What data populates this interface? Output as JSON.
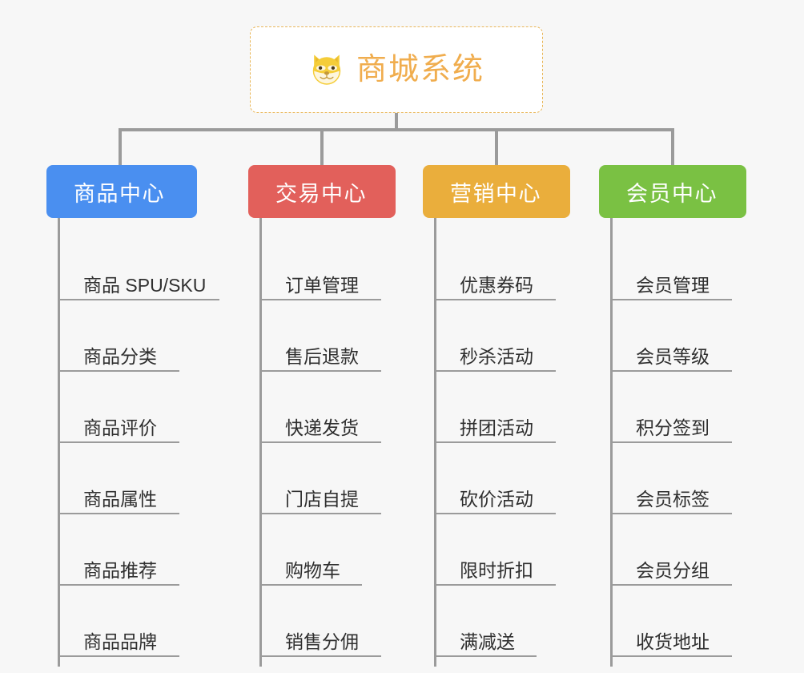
{
  "diagram": {
    "title": "商城系统",
    "icon": "shiba-inu-dog-icon",
    "background_color": "#f7f7f7",
    "root_text_color": "#f0ad4e",
    "connector_color": "#9b9b9b",
    "branches": [
      {
        "label": "商品中心",
        "color": "#4a8ff0",
        "items": [
          "商品 SPU/SKU",
          "商品分类",
          "商品评价",
          "商品属性",
          "商品推荐",
          "商品品牌"
        ]
      },
      {
        "label": "交易中心",
        "color": "#e2605b",
        "items": [
          "订单管理",
          "售后退款",
          "快递发货",
          "门店自提",
          "购物车",
          "销售分佣"
        ]
      },
      {
        "label": "营销中心",
        "color": "#eaae3c",
        "items": [
          "优惠券码",
          "秒杀活动",
          "拼团活动",
          "砍价活动",
          "限时折扣",
          "满减送"
        ]
      },
      {
        "label": "会员中心",
        "color": "#7ac143",
        "items": [
          "会员管理",
          "会员等级",
          "积分签到",
          "会员标签",
          "会员分组",
          "收货地址"
        ]
      }
    ]
  }
}
